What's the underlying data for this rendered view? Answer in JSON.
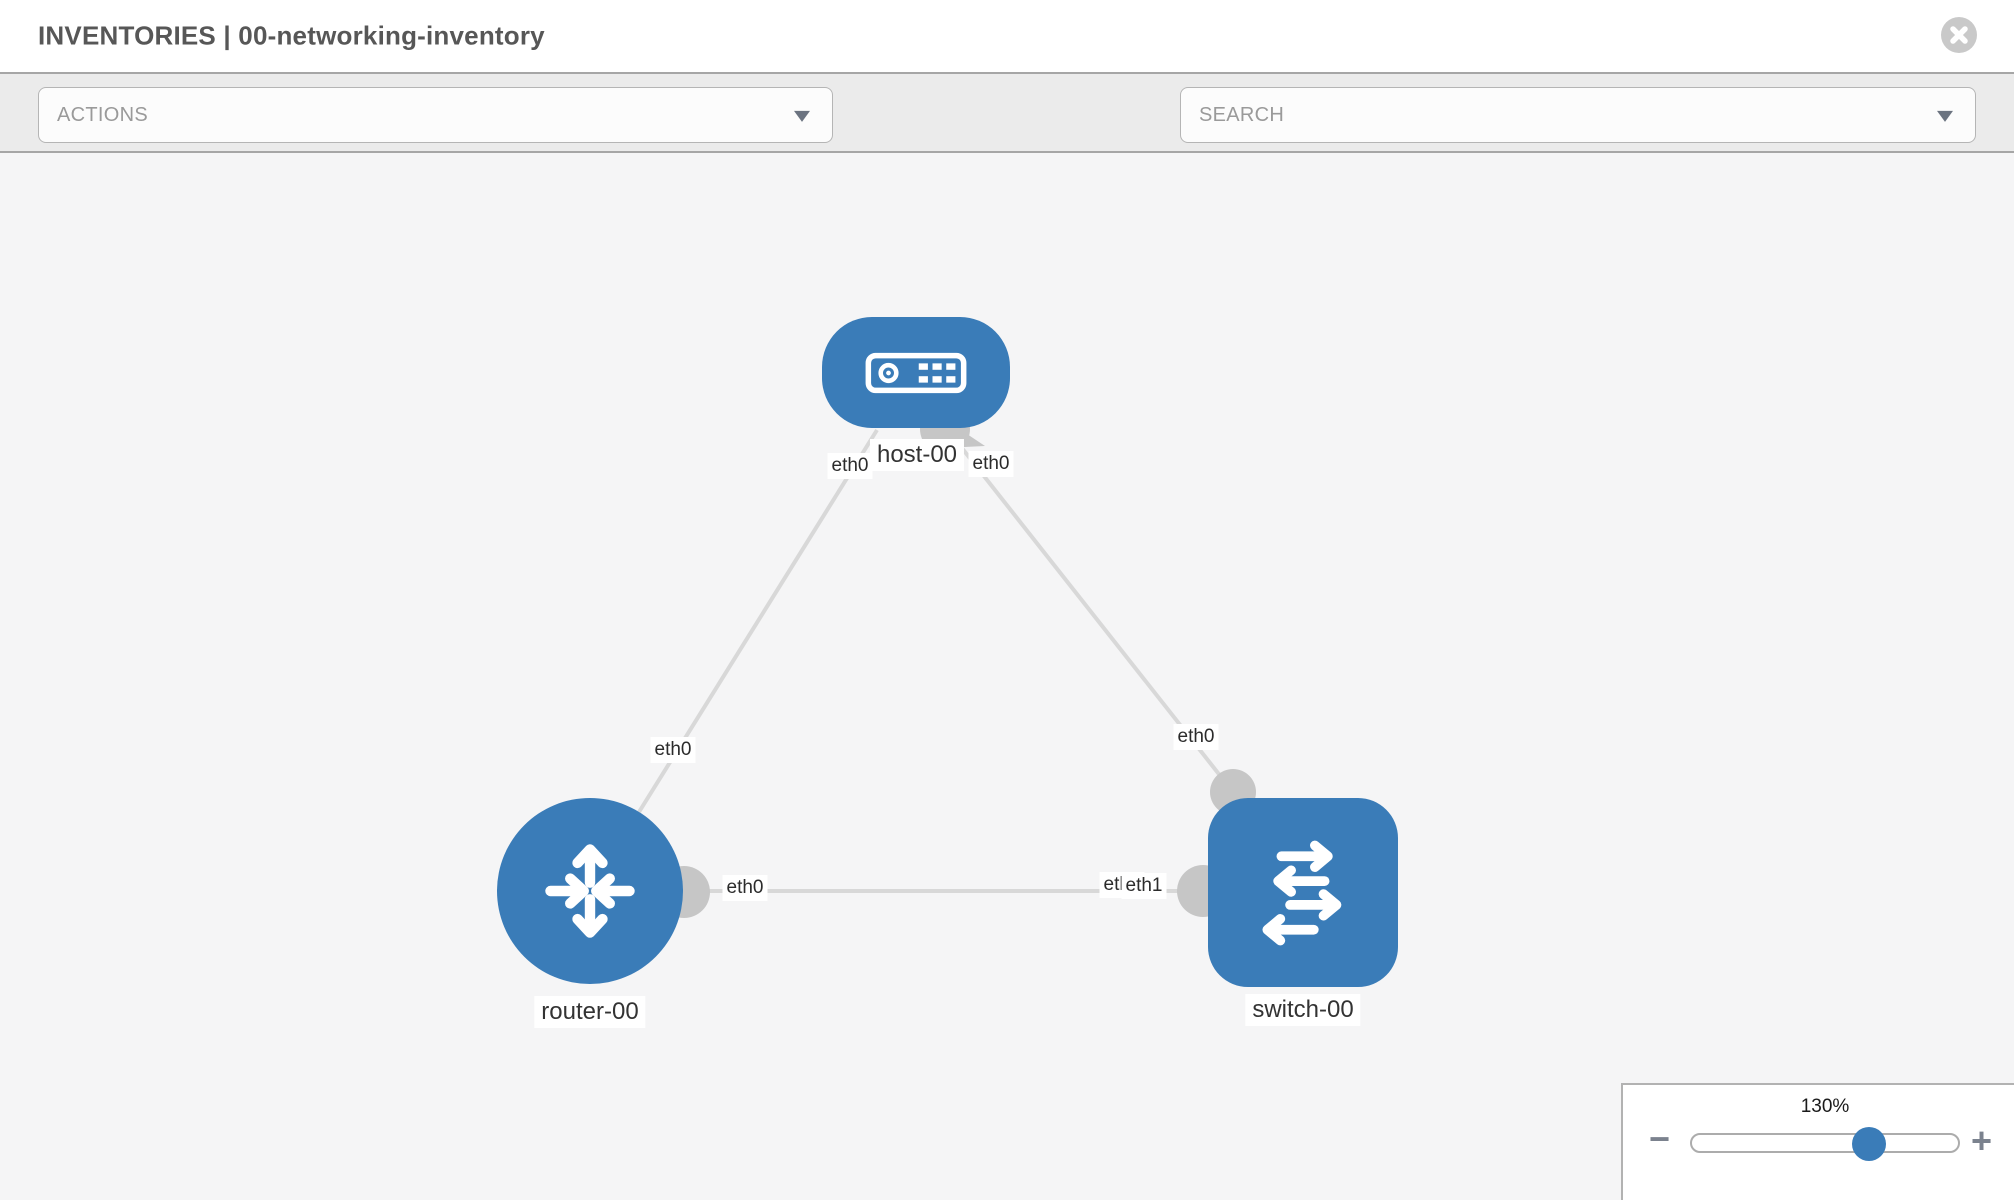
{
  "header": {
    "title": "INVENTORIES | 00-networking-inventory"
  },
  "toolbar": {
    "actions_dropdown": {
      "value": "ACTIONS"
    },
    "search_dropdown": {
      "value": "SEARCH"
    },
    "icons": [
      "wrench-icon",
      "key-icon"
    ]
  },
  "topology": {
    "nodes": [
      {
        "name": "host-00",
        "type": "host",
        "icon": "server-icon"
      },
      {
        "name": "router-00",
        "type": "router",
        "icon": "router-arrows-icon"
      },
      {
        "name": "switch-00",
        "type": "switch",
        "icon": "switch-arrows-icon"
      }
    ],
    "links": [
      {
        "source": "host-00",
        "source_interface": "eth0",
        "target": "router-00",
        "target_interface": "eth0"
      },
      {
        "source": "host-00",
        "source_interface": "eth0",
        "target": "switch-00",
        "target_interface": "eth0"
      },
      {
        "source": "router-00",
        "source_interface": "eth0",
        "target": "switch-00",
        "target_interface": "eth1"
      }
    ],
    "interface_labels": {
      "host_left": "eth0",
      "host_right": "eth0",
      "router_top": "eth0",
      "router_right": "eth0",
      "switch_top": "eth0",
      "switch_left_under": "eth0",
      "switch_left_over": "eth1"
    }
  },
  "zoom_control": {
    "level_label": "130%",
    "percent": 130,
    "minus_label": "−",
    "plus_label": "+"
  },
  "colors": {
    "node_blue": "#3a7cb8",
    "link_gray": "#d8d8d8",
    "connector_gray": "#c6c6c6",
    "toolbar_bg": "#ebebeb",
    "canvas_bg": "#f5f5f6"
  }
}
